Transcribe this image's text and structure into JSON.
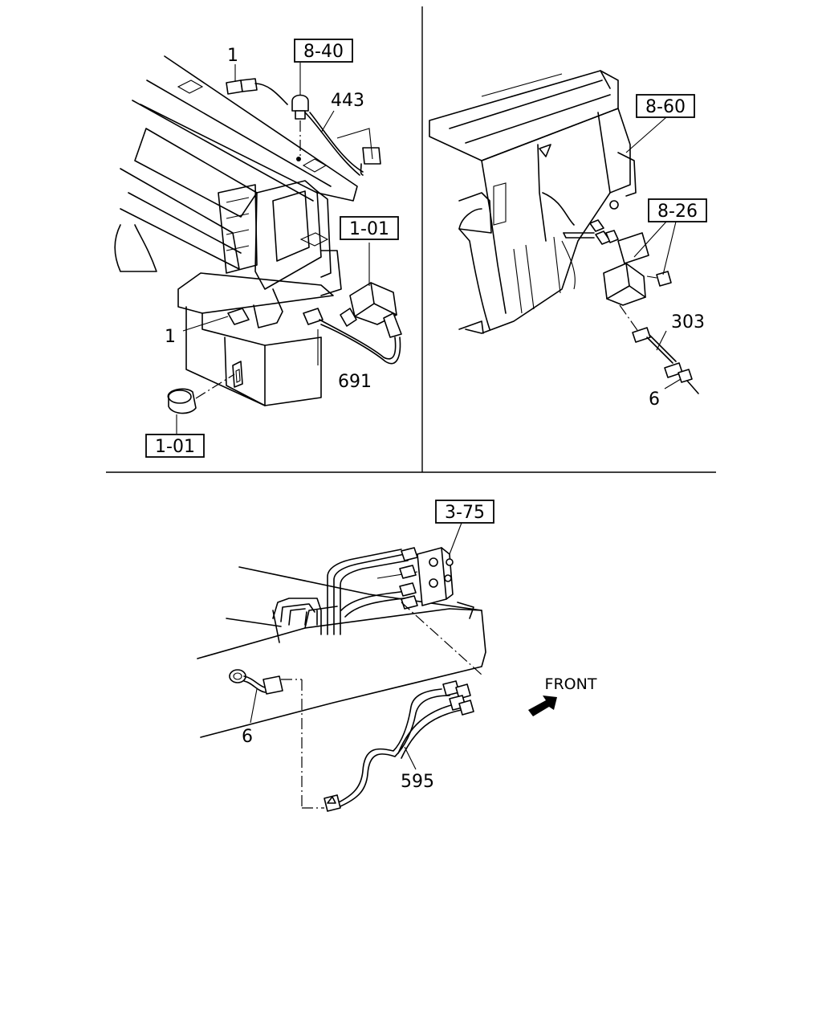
{
  "panels": {
    "top_left": {
      "ref_boxes": {
        "r840": "8-40",
        "r101_top": "1-01",
        "r101_bottom": "1-01"
      },
      "labels": {
        "p1_top": "1",
        "p443": "443",
        "p1_mid": "1",
        "p691": "691"
      }
    },
    "top_right": {
      "ref_boxes": {
        "r860": "8-60",
        "r826": "8-26"
      },
      "labels": {
        "p303": "303",
        "p6": "6"
      }
    },
    "bottom": {
      "ref_boxes": {
        "r375": "3-75"
      },
      "labels": {
        "p6": "6",
        "p595": "595",
        "front": "FRONT"
      }
    }
  }
}
